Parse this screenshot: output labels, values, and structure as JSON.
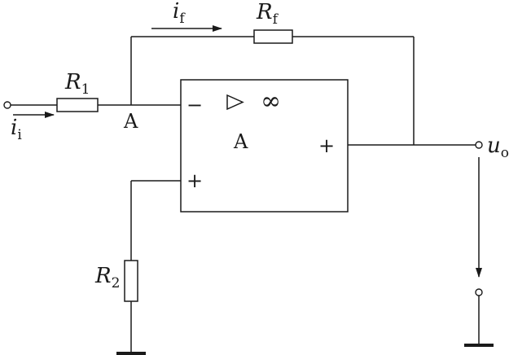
{
  "components": {
    "r1": {
      "symbol": "R",
      "sub": "1"
    },
    "rf": {
      "symbol": "R",
      "sub": "f"
    },
    "r2": {
      "symbol": "R",
      "sub": "2"
    },
    "amp": {
      "name": "A",
      "inv": "−",
      "noninv": "+",
      "out": "+",
      "gain": "∞"
    }
  },
  "nodes": {
    "a": "A"
  },
  "signals": {
    "ii": {
      "symbol": "i",
      "sub": "i"
    },
    "if": {
      "symbol": "i",
      "sub": "f"
    },
    "uo": {
      "symbol": "u",
      "sub": "o"
    }
  }
}
